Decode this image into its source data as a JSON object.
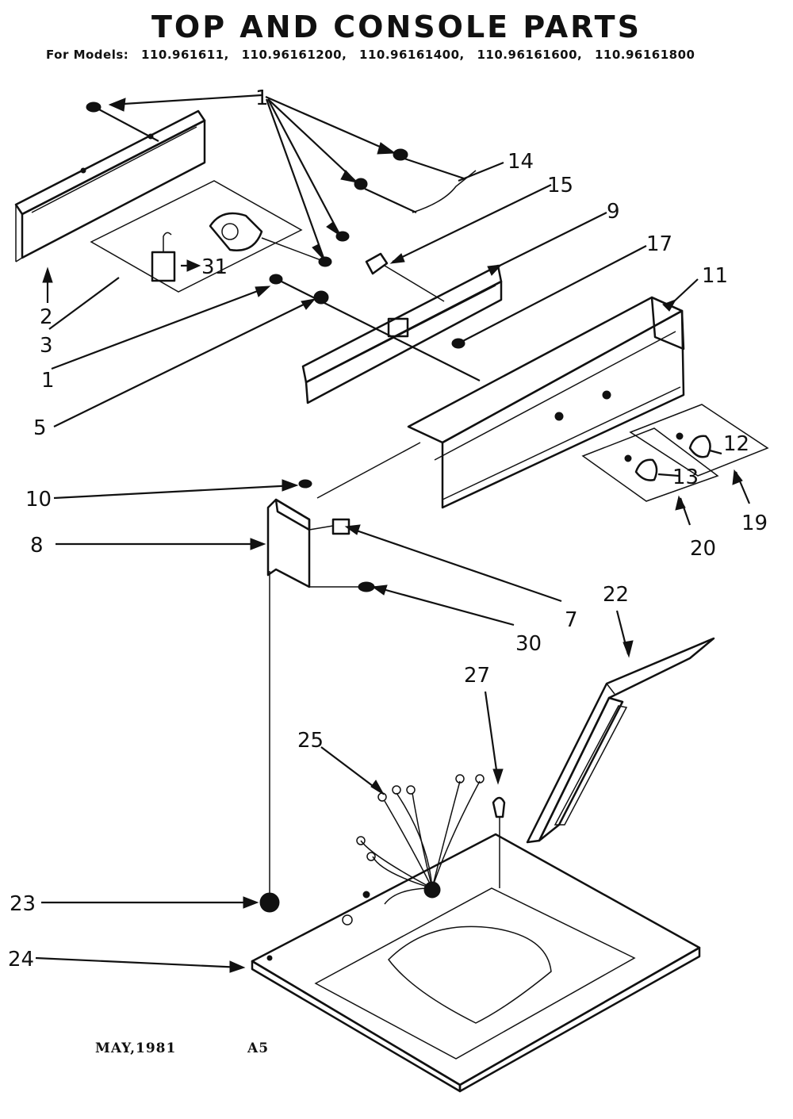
{
  "title": "TOP AND CONSOLE PARTS",
  "models": {
    "prefix": "For Models:",
    "list": [
      "110.961611,",
      "110.96161200,",
      "110.96161400,",
      "110.96161600,",
      "110.96161800"
    ]
  },
  "footer": {
    "date": "MAY,1981",
    "code": "A5"
  },
  "callouts": [
    "1",
    "14",
    "15",
    "9",
    "17",
    "11",
    "2",
    "3",
    "31",
    "1",
    "5",
    "10",
    "8",
    "7",
    "30",
    "12",
    "13",
    "19",
    "20",
    "22",
    "27",
    "25",
    "23",
    "24"
  ]
}
